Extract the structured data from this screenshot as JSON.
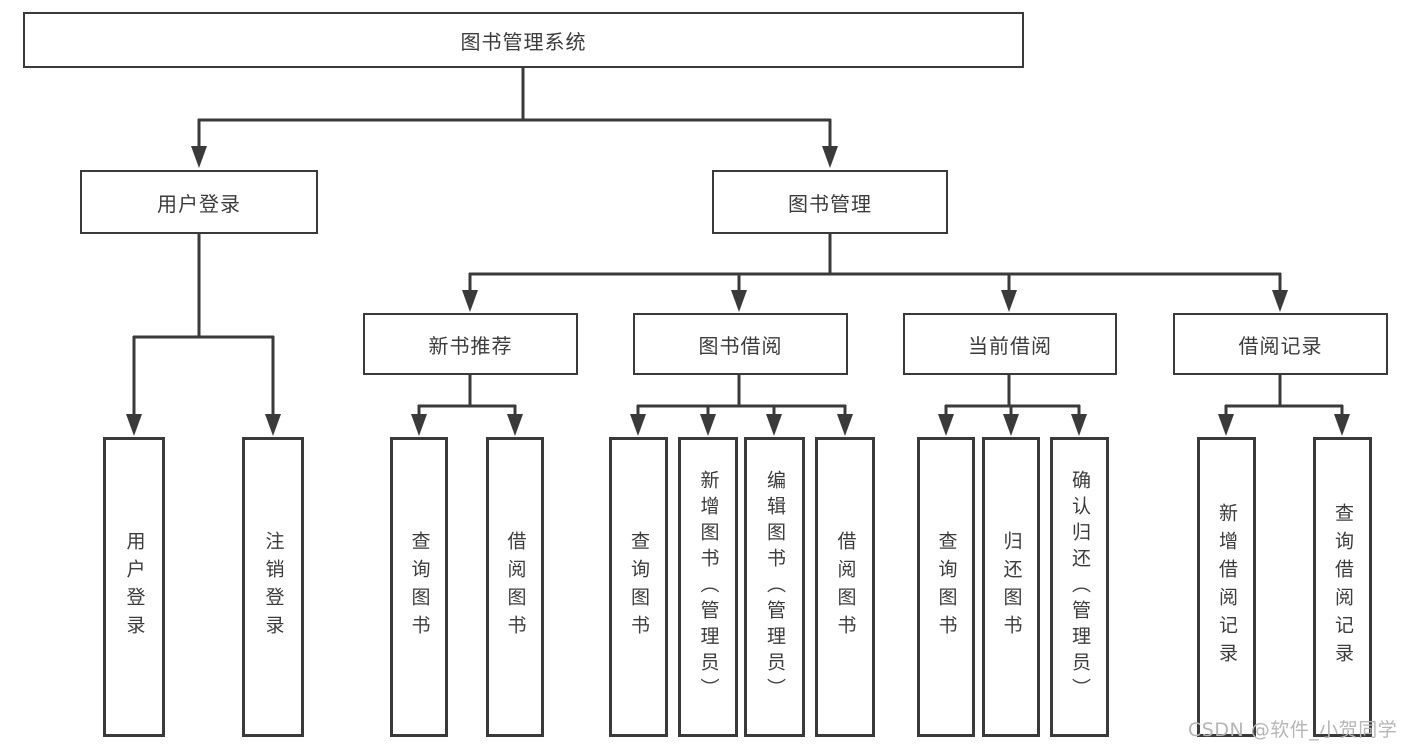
{
  "colors": {
    "line": "#3a3a3a",
    "box_border": "#3a3a3a",
    "text": "#3c3c3c",
    "watermark": "#b6b6b6",
    "background": "#ffffff"
  },
  "watermark": {
    "text": "CSDN @软件_小贺同学"
  },
  "diagram": {
    "root": {
      "label": "图书管理系统"
    },
    "level2": [
      {
        "label": "用户登录"
      },
      {
        "label": "图书管理"
      }
    ],
    "level3": [
      {
        "label": "新书推荐"
      },
      {
        "label": "图书借阅"
      },
      {
        "label": "当前借阅"
      },
      {
        "label": "借阅记录"
      }
    ],
    "leaves": [
      {
        "parent": "用户登录",
        "items": [
          {
            "label": "用户登录"
          },
          {
            "label": "注销登录"
          }
        ]
      },
      {
        "parent": "新书推荐",
        "items": [
          {
            "label": "查询图书"
          },
          {
            "label": "借阅图书"
          }
        ]
      },
      {
        "parent": "图书借阅",
        "items": [
          {
            "label": "查询图书"
          },
          {
            "label": "新增图书（管理员）"
          },
          {
            "label": "编辑图书（管理员）"
          },
          {
            "label": "借阅图书"
          }
        ]
      },
      {
        "parent": "当前借阅",
        "items": [
          {
            "label": "查询图书"
          },
          {
            "label": "归还图书"
          },
          {
            "label": "确认归还（管理员）"
          }
        ]
      },
      {
        "parent": "借阅记录",
        "items": [
          {
            "label": "新增借阅记录"
          },
          {
            "label": "查询借阅记录"
          }
        ]
      }
    ]
  }
}
